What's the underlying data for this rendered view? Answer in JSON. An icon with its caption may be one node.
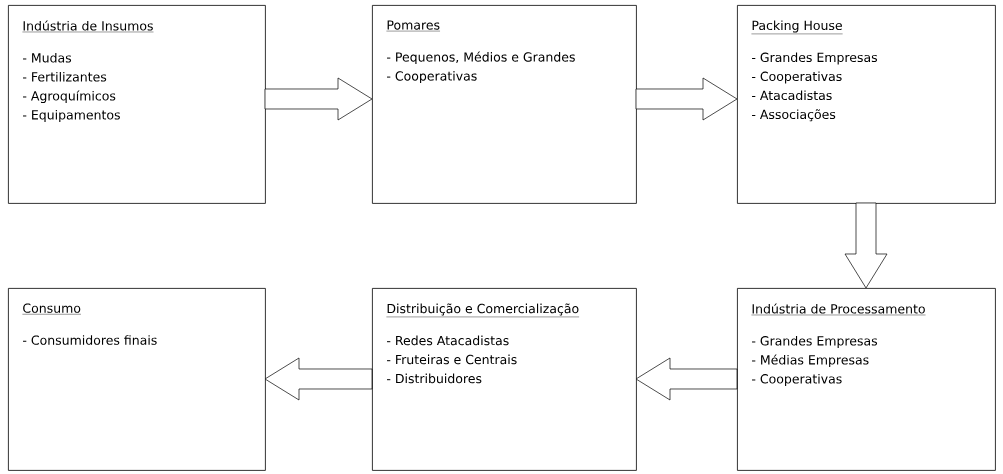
{
  "diagram": {
    "nodes": [
      {
        "text": [
          "Indústria de Insumos",
          "- Mudas",
          "- Fertilizantes",
          "- Agroquímicos",
          "- Equipamentos"
        ]
      },
      {
        "text": [
          "Pomares",
          "- Pequenos, Médios e Grandes",
          "- Cooperativas"
        ]
      },
      {
        "text": [
          "Packing House",
          "- Grandes Empresas",
          "- Cooperativas",
          "- Atacadistas",
          "- Associações"
        ]
      },
      {
        "text": [
          "Indústria de Processamento",
          "- Grandes Empresas",
          "- Médias Empresas",
          "- Cooperativas"
        ]
      },
      {
        "text": [
          "Distribuição e Comercialização",
          "- Redes Atacadistas",
          "- Fruteiras e Centrais",
          "- Distribuidores"
        ]
      },
      {
        "text": [
          "Consumo",
          "- Consumidores finais"
        ]
      }
    ],
    "edges": [
      {
        "from": 0,
        "to": 1,
        "arrow": "to"
      },
      {
        "from": 1,
        "to": 2,
        "arrow": "to"
      },
      {
        "from": 2,
        "to": 3,
        "arrow": "to"
      },
      {
        "from": 3,
        "to": 4,
        "arrow": "to"
      },
      {
        "from": 4,
        "to": 5,
        "arrow": "to"
      }
    ]
  }
}
